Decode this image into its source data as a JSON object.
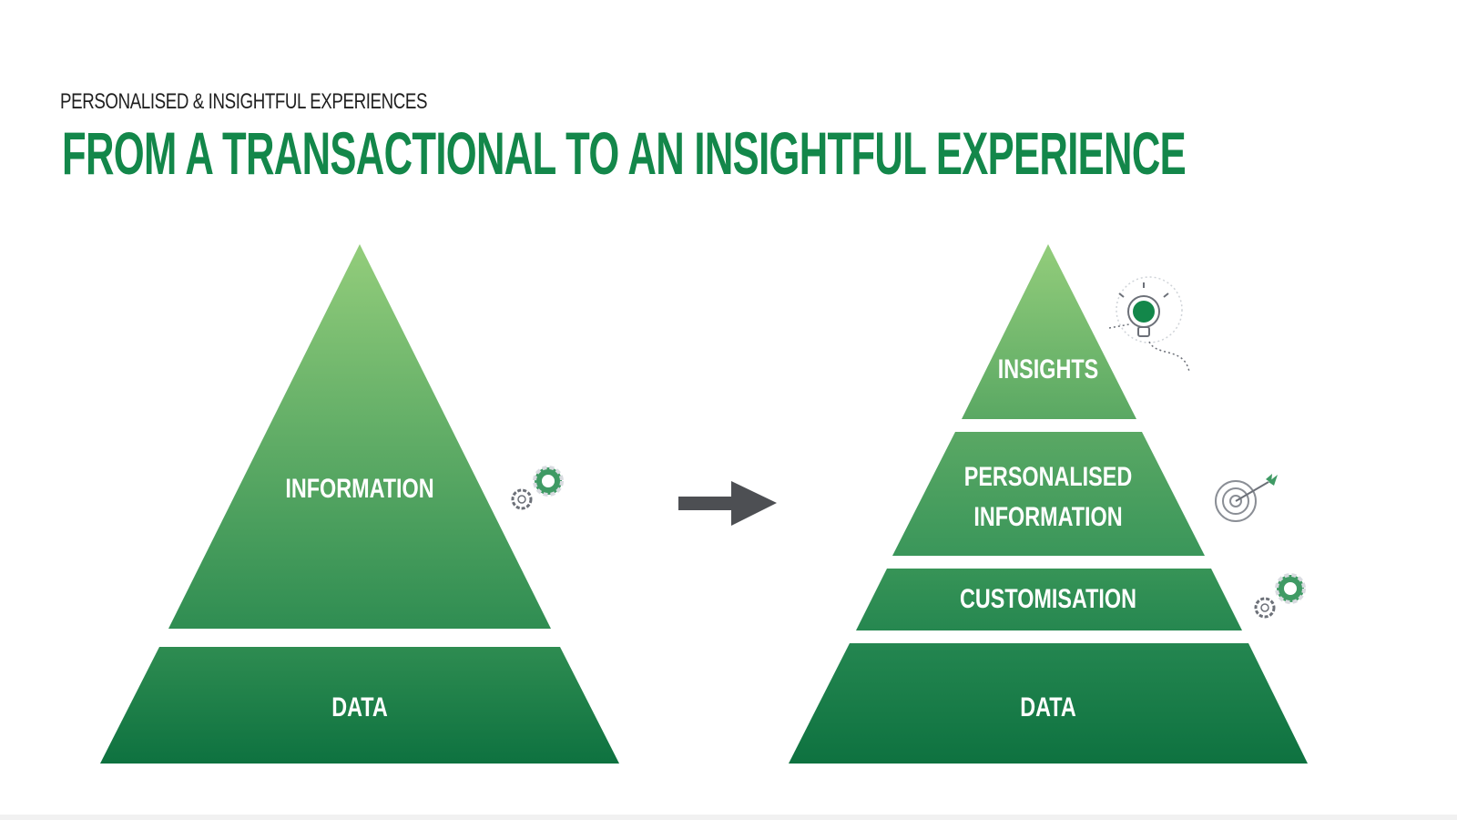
{
  "slide": {
    "subtitle": "PERSONALISED & INSIGHTFUL EXPERIENCES",
    "title": "FROM A TRANSACTIONAL TO AN INSIGHTFUL EXPERIENCE"
  },
  "left_pyramid": {
    "top_label": "INFORMATION",
    "bottom_label": "DATA"
  },
  "right_pyramid": {
    "tier1": "INSIGHTS",
    "tier2_line1": "PERSONALISED",
    "tier2_line2": "INFORMATION",
    "tier3": "CUSTOMISATION",
    "tier4": "DATA"
  },
  "icons": {
    "left_gears": "gears-icon",
    "arrow": "arrow-right-icon",
    "lightbulb": "lightbulb-icon",
    "target": "target-icon",
    "right_gears": "gears-icon"
  },
  "colors": {
    "title_green": "#13874a",
    "pyramid_light": "#8fca78",
    "pyramid_dark": "#0f7440",
    "arrow_gray": "#4d4f53"
  }
}
